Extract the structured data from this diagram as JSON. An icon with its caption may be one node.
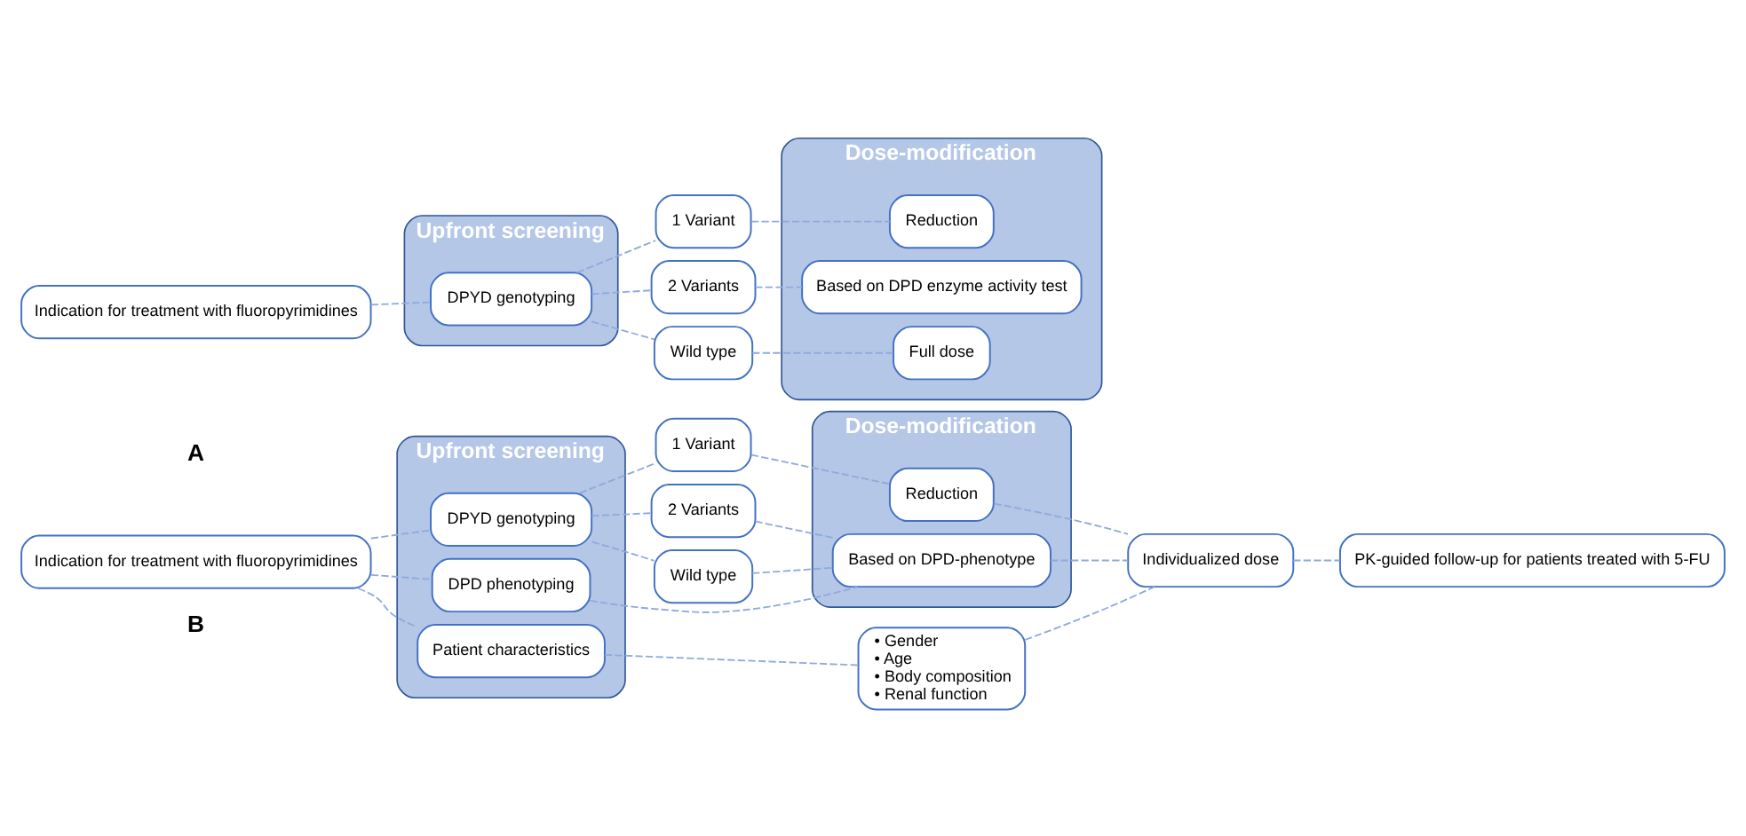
{
  "diagram": {
    "nodes": [
      {
        "text": [
          "Indication for treatment with fluoropyrimidines"
        ]
      },
      {
        "text": [
          "Upfront screening"
        ]
      },
      {
        "text": [
          "DPYD genotyping"
        ],
        "in": 1
      },
      {
        "text": [
          "1 Variant"
        ]
      },
      {
        "text": [
          "2 Variants"
        ]
      },
      {
        "text": [
          "Wild type"
        ]
      },
      {
        "text": [
          "Dose-modification"
        ]
      },
      {
        "text": [
          "Reduction"
        ],
        "in": 6
      },
      {
        "text": [
          "Based on DPD enzyme activity test"
        ],
        "in": 6
      },
      {
        "text": [
          "Full dose"
        ],
        "in": 6
      },
      {
        "text": [
          "Indication for treatment with fluoropyrimidines"
        ]
      },
      {
        "text": [
          "Upfront screening"
        ]
      },
      {
        "text": [
          "DPYD genotyping"
        ],
        "in": 11
      },
      {
        "text": [
          "DPD phenotyping"
        ],
        "in": 11
      },
      {
        "text": [
          "Patient characteristics"
        ],
        "in": 11
      },
      {
        "text": [
          "1 Variant"
        ]
      },
      {
        "text": [
          "2 Variants"
        ]
      },
      {
        "text": [
          "Wild type"
        ]
      },
      {
        "text": [
          "Dose-modification"
        ]
      },
      {
        "text": [
          "Reduction"
        ],
        "in": 18
      },
      {
        "text": [
          "Based on DPD-phenotype"
        ],
        "in": 18
      },
      {
        "text": [
          "• Gender",
          "• Age",
          "• Body composition",
          "• Renal function"
        ]
      },
      {
        "text": [
          "Individualized dose"
        ]
      },
      {
        "text": [
          "PK-guided follow-up for patients treated with 5-FU"
        ]
      }
    ],
    "edges": [
      {
        "from": 0,
        "to": 2,
        "arrow": "none",
        "style": "dashed"
      },
      {
        "from": 2,
        "to": 3,
        "arrow": "none",
        "style": "dashed"
      },
      {
        "from": 2,
        "to": 4,
        "arrow": "none",
        "style": "dashed"
      },
      {
        "from": 2,
        "to": 5,
        "arrow": "none",
        "style": "dashed"
      },
      {
        "from": 3,
        "to": 7,
        "arrow": "none",
        "style": "dashed"
      },
      {
        "from": 4,
        "to": 8,
        "arrow": "none",
        "style": "dashed"
      },
      {
        "from": 5,
        "to": 9,
        "arrow": "none",
        "style": "dashed"
      },
      {
        "from": 10,
        "to": 12,
        "arrow": "none",
        "style": "dashed"
      },
      {
        "from": 10,
        "to": 13,
        "arrow": "none",
        "style": "dashed"
      },
      {
        "from": 10,
        "to": 14,
        "arrow": "none",
        "style": "dashed"
      },
      {
        "from": 12,
        "to": 15,
        "arrow": "none",
        "style": "dashed"
      },
      {
        "from": 12,
        "to": 16,
        "arrow": "none",
        "style": "dashed"
      },
      {
        "from": 12,
        "to": 17,
        "arrow": "none",
        "style": "dashed"
      },
      {
        "from": 15,
        "to": 19,
        "arrow": "none",
        "style": "dashed"
      },
      {
        "from": 16,
        "to": 20,
        "arrow": "none",
        "style": "dashed"
      },
      {
        "from": 17,
        "to": 20,
        "arrow": "none",
        "style": "dashed"
      },
      {
        "from": 13,
        "to": 20,
        "arrow": "none",
        "style": "dashed"
      },
      {
        "from": 14,
        "to": 21,
        "arrow": "none",
        "style": "dashed"
      },
      {
        "from": 19,
        "to": 22,
        "arrow": "none",
        "style": "dashed"
      },
      {
        "from": 20,
        "to": 22,
        "arrow": "none",
        "style": "dashed"
      },
      {
        "from": 21,
        "to": 22,
        "arrow": "none",
        "style": "dashed"
      },
      {
        "from": 22,
        "to": 23,
        "arrow": "none",
        "style": "dashed"
      }
    ],
    "labels": [
      "A",
      "B"
    ]
  }
}
